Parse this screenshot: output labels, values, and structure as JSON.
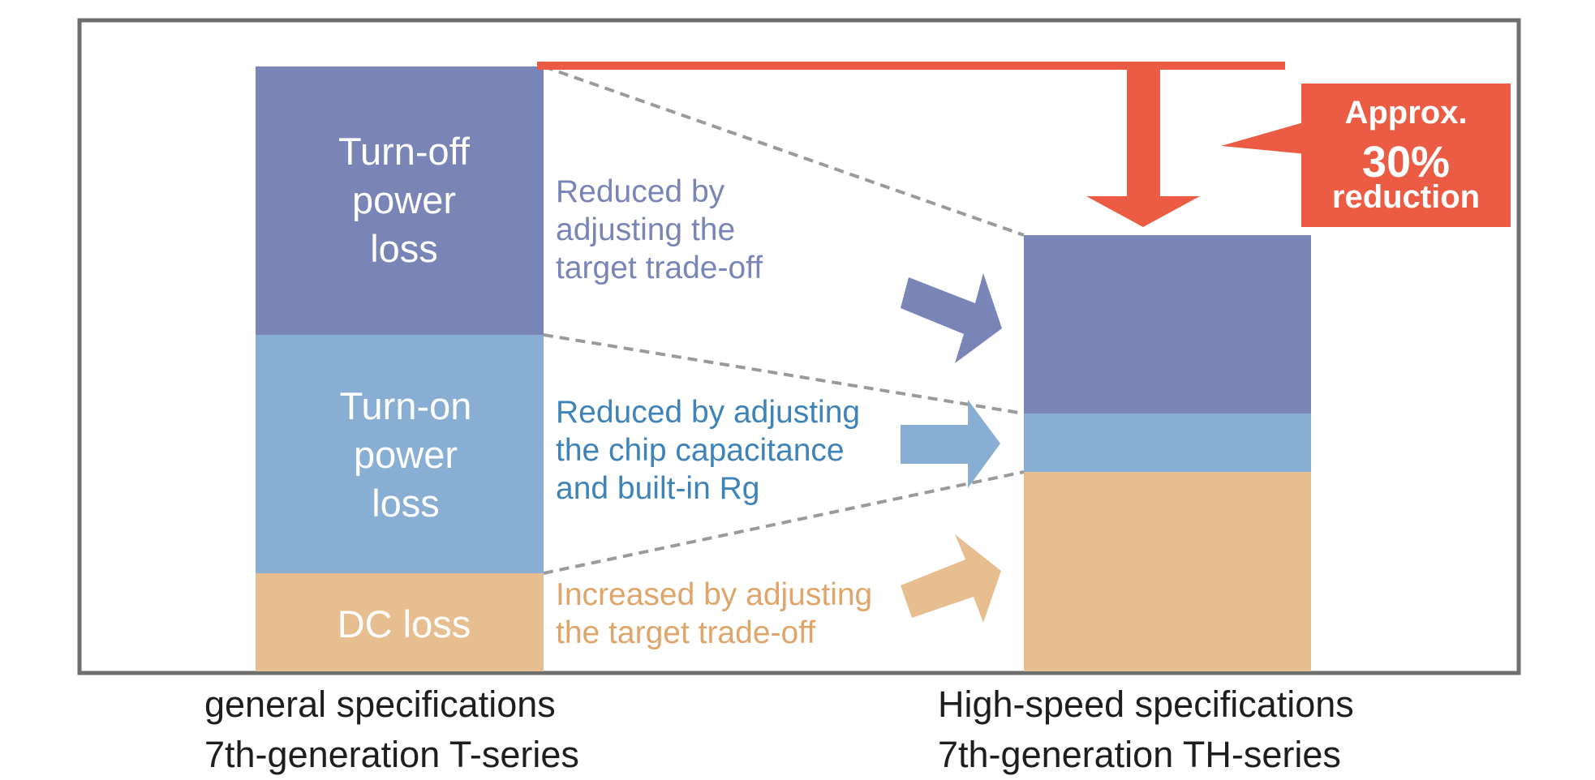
{
  "colors": {
    "turn_off": "#7985b7",
    "turn_on": "#88aed4",
    "dc": "#e7be8f",
    "accent": "#ec5b43",
    "frame": "#6e6e6e",
    "dash": "#9a9a9a",
    "text_turn_off": "#7985b7",
    "text_turn_on": "#3f83b8",
    "text_dc": "#dfa56a"
  },
  "left_bar": {
    "turn_off_label": [
      "Turn-off",
      "power",
      "loss"
    ],
    "turn_on_label": [
      "Turn-on",
      "power",
      "loss"
    ],
    "dc_label": "DC loss"
  },
  "annotations": {
    "turn_off": [
      "Reduced by",
      "adjusting the",
      "target trade-off"
    ],
    "turn_on": [
      "Reduced by adjusting",
      "the chip capacitance",
      "and built-in Rg"
    ],
    "dc": [
      "Increased by adjusting",
      "the target trade-off"
    ]
  },
  "reduction_callout": {
    "line1": "Approx.",
    "line2": "30%",
    "line3": "reduction"
  },
  "captions": {
    "left": [
      "general specifications",
      "7th-generation T-series"
    ],
    "right": [
      "High-speed specifications",
      "7th-generation TH-series"
    ]
  }
}
